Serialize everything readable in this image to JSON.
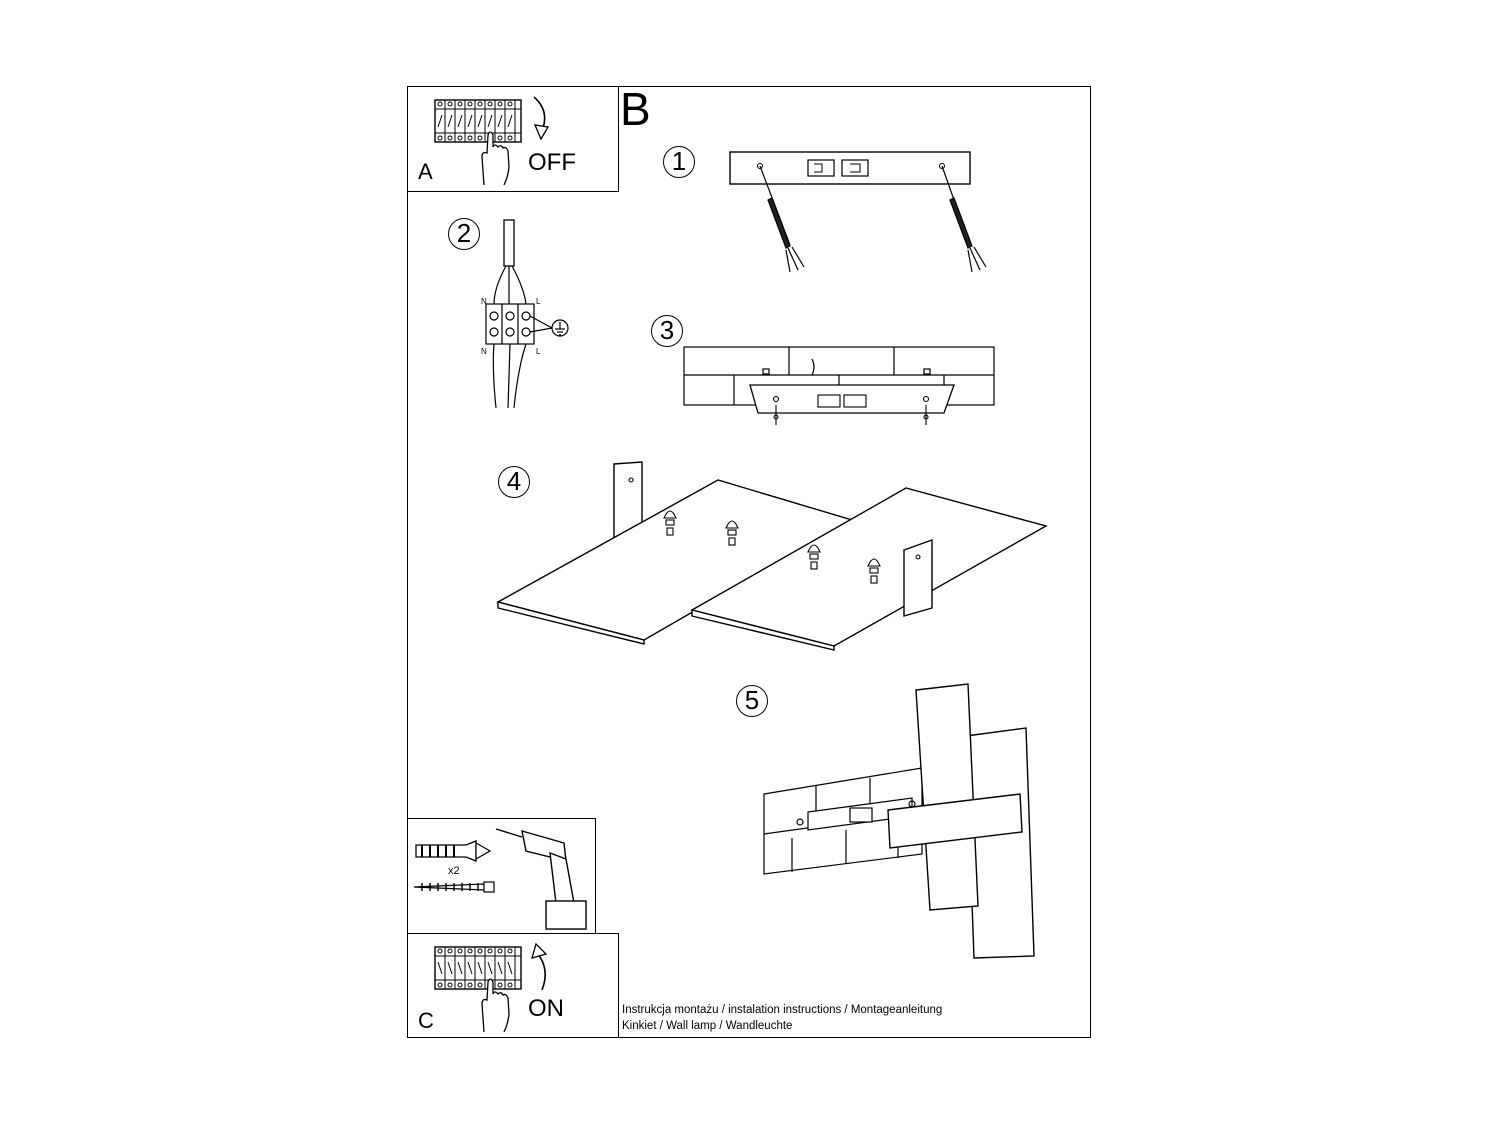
{
  "panels": {
    "a": {
      "letter": "A",
      "action": "OFF"
    },
    "b": {
      "letter": "B"
    },
    "c": {
      "letter": "C",
      "action": "ON"
    },
    "tools": {
      "count": "x2"
    }
  },
  "steps": [
    "1",
    "2",
    "3",
    "4",
    "5"
  ],
  "wiring": {
    "n_top": "N",
    "l_top": "L",
    "n_bottom": "N",
    "l_bottom": "L",
    "earth_icon": "ground-symbol-icon"
  },
  "footer": {
    "line1": "Instrukcja montażu / instalation instructions / Montageanleitung",
    "line2": "Kinkiet / Wall lamp / Wandleuchte"
  }
}
